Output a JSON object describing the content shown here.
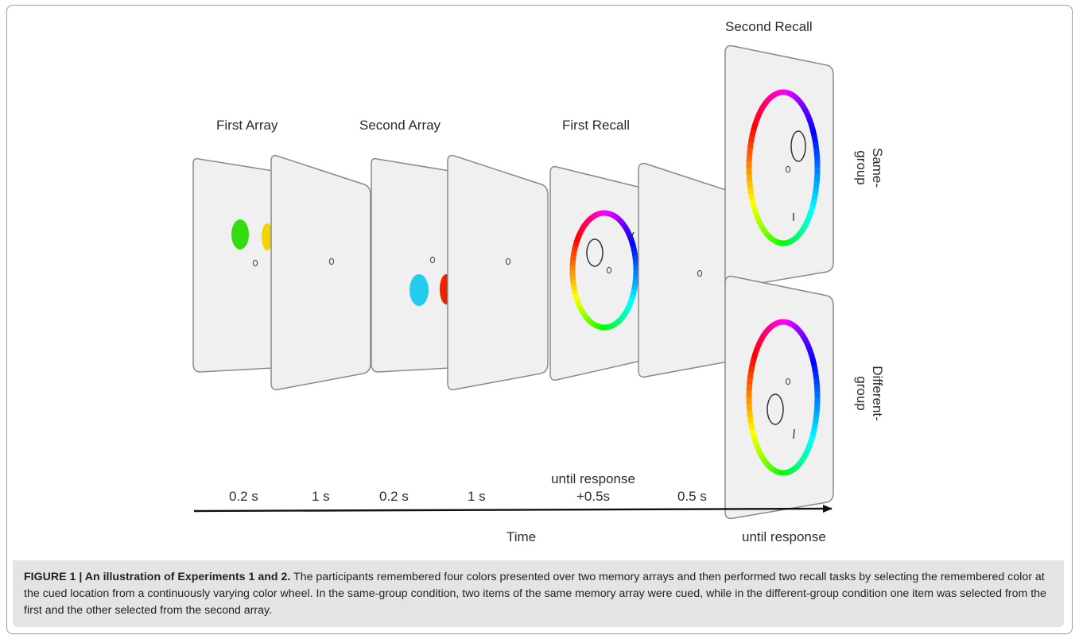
{
  "figure": {
    "stage_labels": {
      "first_array": "First Array",
      "second_array": "Second Array",
      "first_recall": "First Recall",
      "second_recall": "Second Recall"
    },
    "condition_labels": {
      "same_group": [
        "Same-",
        "group"
      ],
      "different_group": [
        "Different-",
        "group"
      ]
    },
    "timing_labels": {
      "t1": "0.2 s",
      "t2": "1 s",
      "t3": "0.2 s",
      "t4": "1 s",
      "t5_line1": "until response",
      "t5_line2": "+0.5s",
      "t6": "0.5 s",
      "t7": "until response"
    },
    "axis_label": "Time",
    "stimulus_colors": {
      "first_array_left": "#33dd11",
      "first_array_right": "#f2d400",
      "second_array_left": "#22ccee",
      "second_array_right": "#ee2200"
    }
  },
  "caption": {
    "bold": "FIGURE 1 | An illustration of Experiments 1 and 2.",
    "text": " The participants remembered four colors presented over two memory arrays and then performed two recall tasks by selecting the remembered color at the cued location from a continuously varying color wheel. In the same-group condition, two items of the same memory array were cued, while in the different-group condition one item was selected from the first and the other selected from the second array."
  }
}
